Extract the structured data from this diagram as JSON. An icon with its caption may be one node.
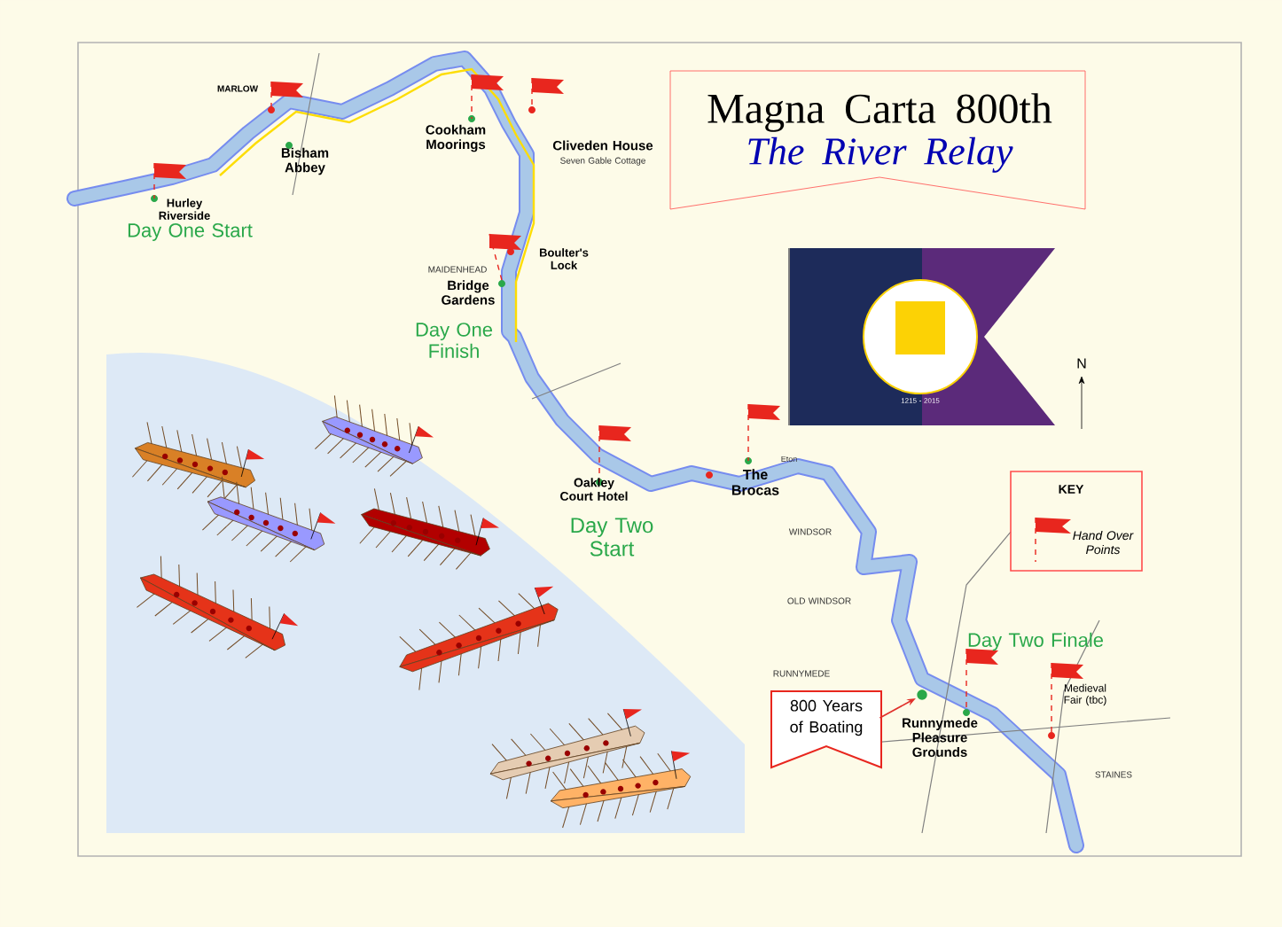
{
  "diagram": {
    "nodes": [
      {
        "text": [
          "Magna Carta 800th",
          "The River Relay"
        ]
      },
      {
        "text": [
          "KEY"
        ]
      },
      {
        "text": [
          "800 Years of Boating"
        ]
      },
      {
        "text": [],
        "shape": "circle"
      }
    ],
    "edges": [
      {
        "from": 2,
        "to": 3,
        "arrow": "to",
        "color": "#e0302a"
      }
    ],
    "labels": [
      "MARLOW",
      "Bisham Abbey",
      "Hurley Riverside",
      "Day One Start",
      "Cookham Moorings",
      "Cliveden House",
      "Seven Gable Cottage",
      "Boulter's Lock",
      "MAIDENHEAD",
      "Bridge Gardens",
      "Day One Finish",
      "N",
      "1215 - 2015",
      "Eton",
      "The Brocas",
      "Oakley Court Hotel",
      "Day Two Start",
      "WINDSOR",
      "OLD WINDSOR",
      "RUNNYMEDE",
      "Day Two Finale",
      "Runnymede Pleasure Grounds",
      "Medieval Fair (tbc)",
      "STAINES"
    ],
    "legend": [
      {
        "text": "Hand Over Points"
      }
    ]
  }
}
